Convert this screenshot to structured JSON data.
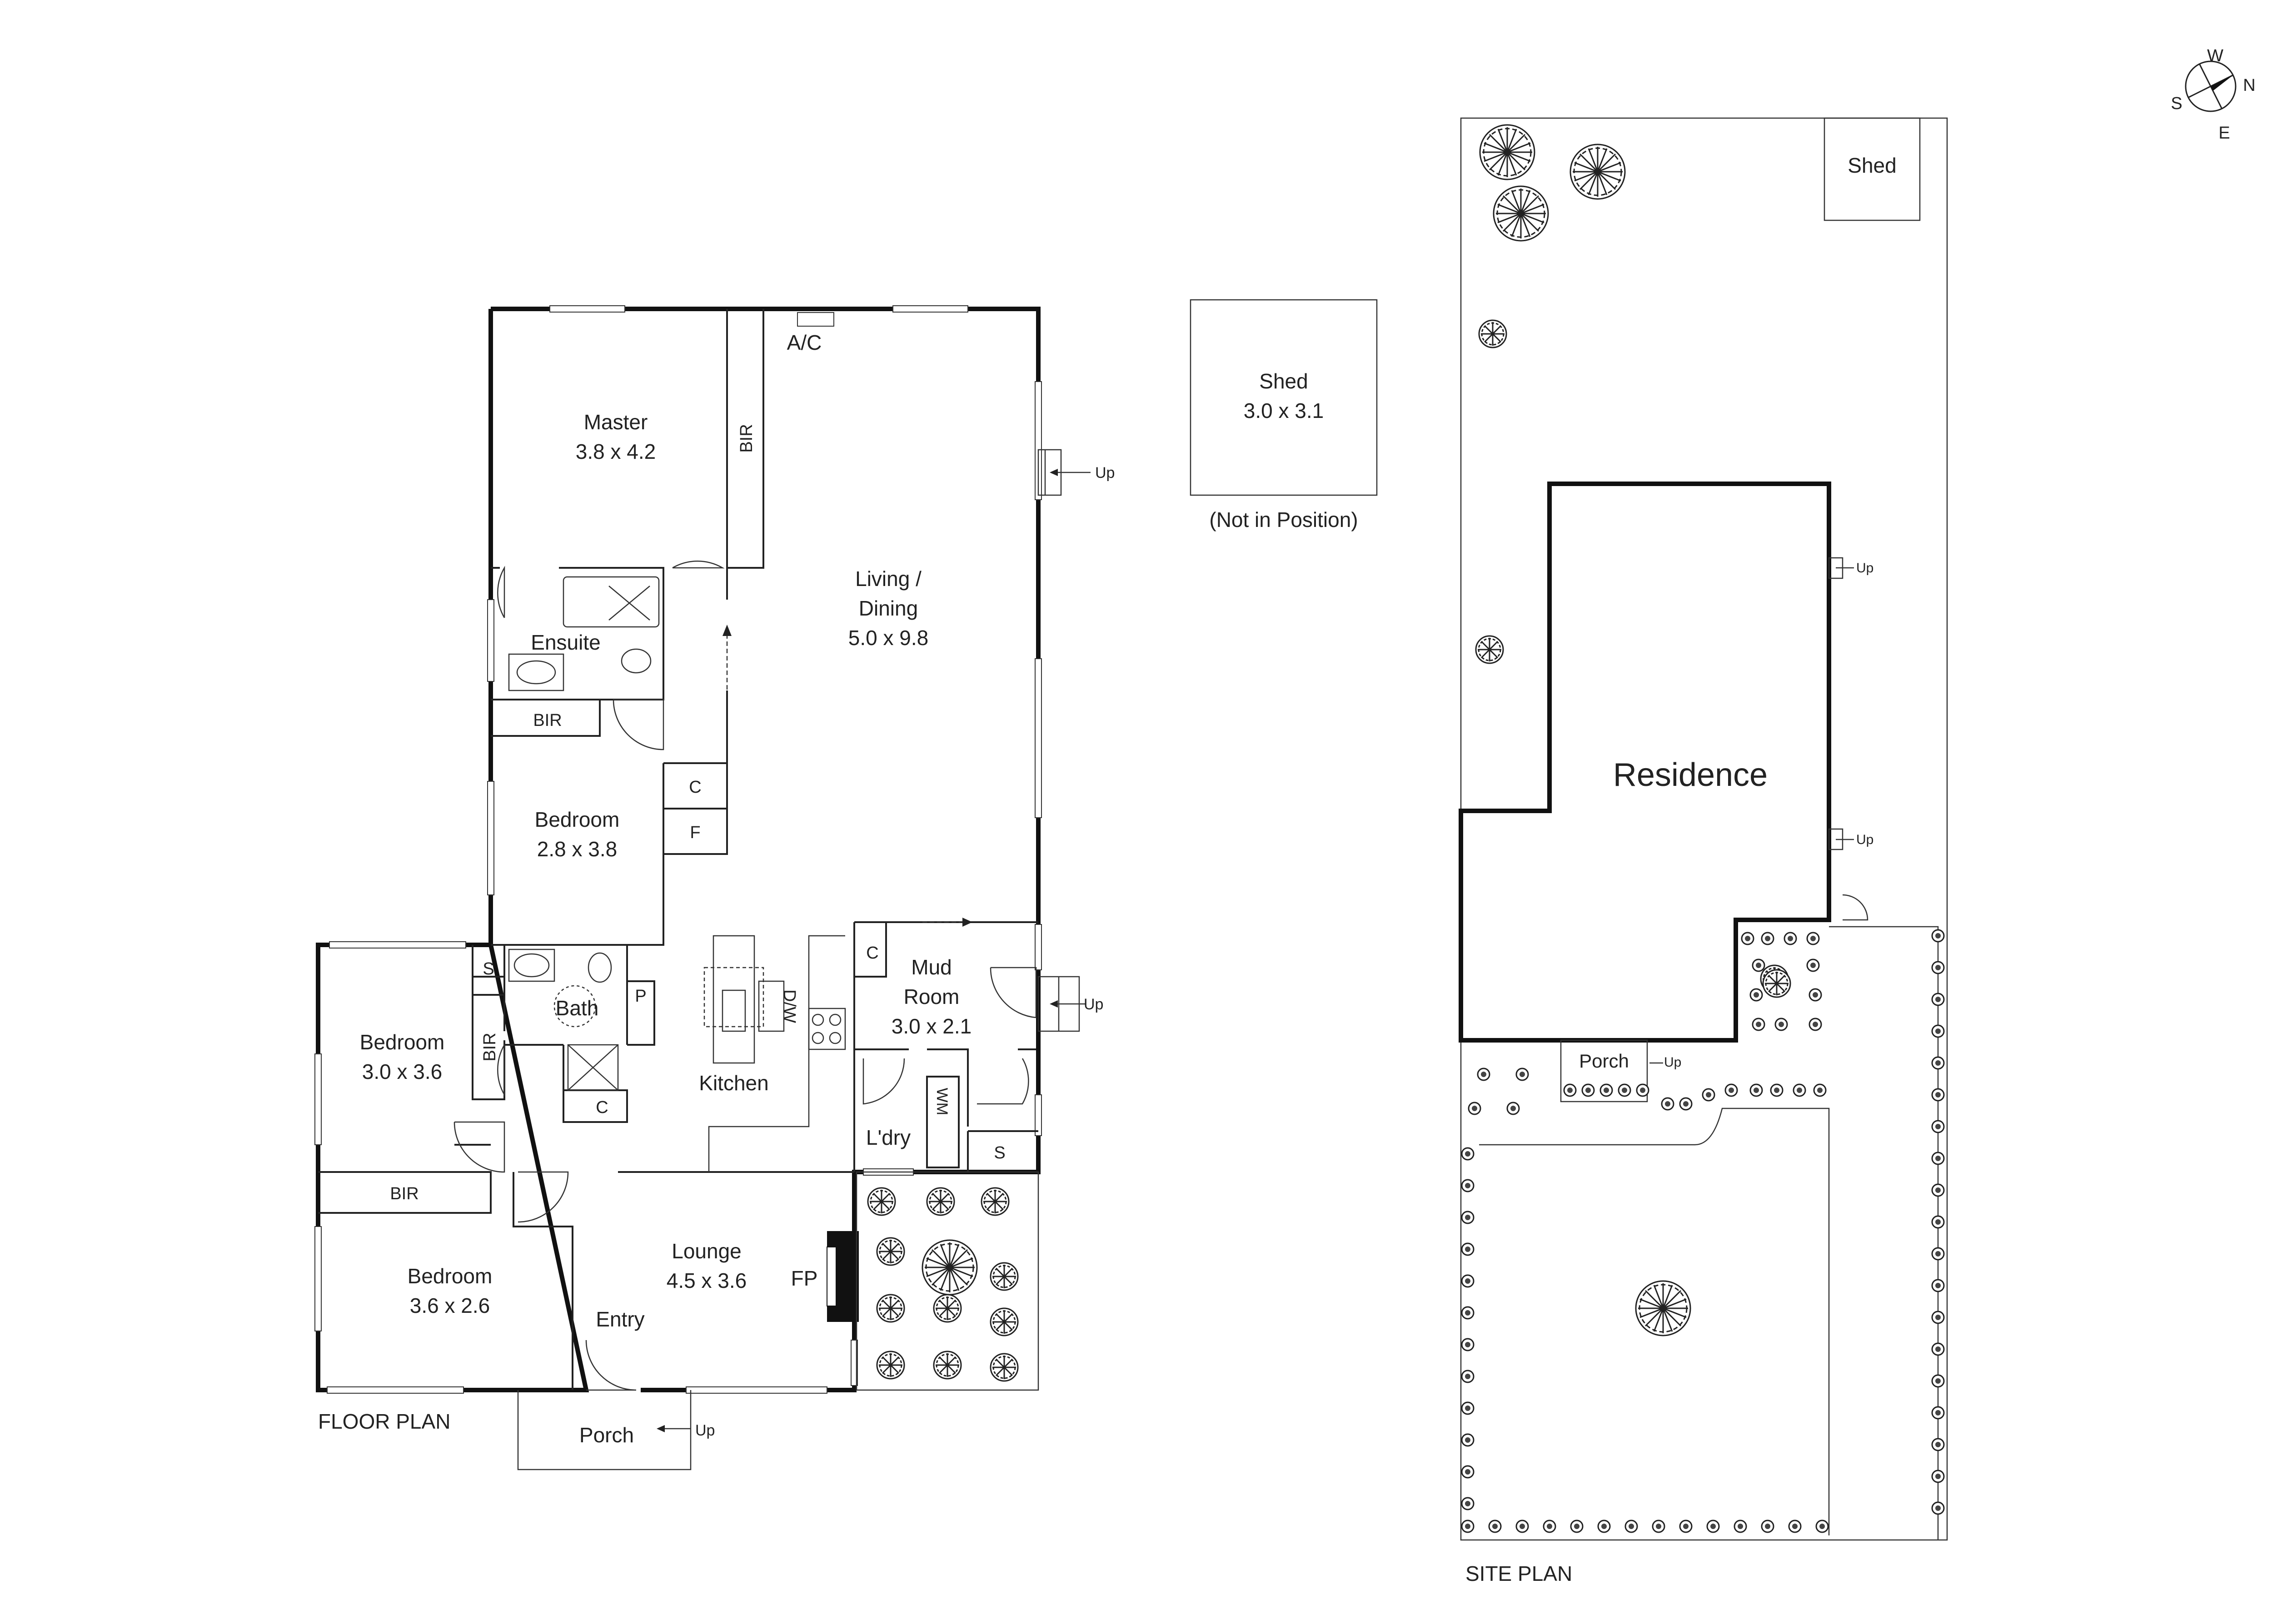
{
  "floor_plan": {
    "caption": "FLOOR PLAN",
    "rooms": {
      "master": {
        "name": "Master",
        "size": "3.8 x 4.2"
      },
      "living": {
        "name_line1": "Living /",
        "name_line2": "Dining",
        "size": "5.0 x 9.8"
      },
      "ensuite": {
        "name": "Ensuite"
      },
      "bedroom_2": {
        "name": "Bedroom",
        "size": "2.8 x 3.8"
      },
      "bedroom_3": {
        "name": "Bedroom",
        "size": "3.0 x 3.6"
      },
      "bedroom_4": {
        "name": "Bedroom",
        "size": "3.6 x 2.6"
      },
      "bath": {
        "name": "Bath"
      },
      "kitchen": {
        "name": "Kitchen"
      },
      "mud_room": {
        "name_line1": "Mud",
        "name_line2": "Room",
        "size": "3.0 x 2.1"
      },
      "laundry": {
        "name": "L'dry"
      },
      "lounge": {
        "name": "Lounge",
        "size": "4.5 x 3.6"
      },
      "entry": {
        "name": "Entry"
      },
      "porch": {
        "name": "Porch"
      }
    },
    "labels": {
      "ac": "A/C",
      "bir": "BIR",
      "cupboard": "C",
      "fridge": "F",
      "shower": "S",
      "pantry": "P",
      "dishwasher": "D/W",
      "washing_machine": "WM",
      "fireplace": "FP",
      "up": "Up"
    }
  },
  "shed_detached": {
    "name": "Shed",
    "size": "3.0 x 3.1",
    "note": "(Not in Position)"
  },
  "site_plan": {
    "caption": "SITE PLAN",
    "residence": "Residence",
    "shed": "Shed",
    "porch": "Porch",
    "up": "Up"
  },
  "compass": {
    "n": "N",
    "s": "S",
    "e": "E",
    "w": "W"
  }
}
